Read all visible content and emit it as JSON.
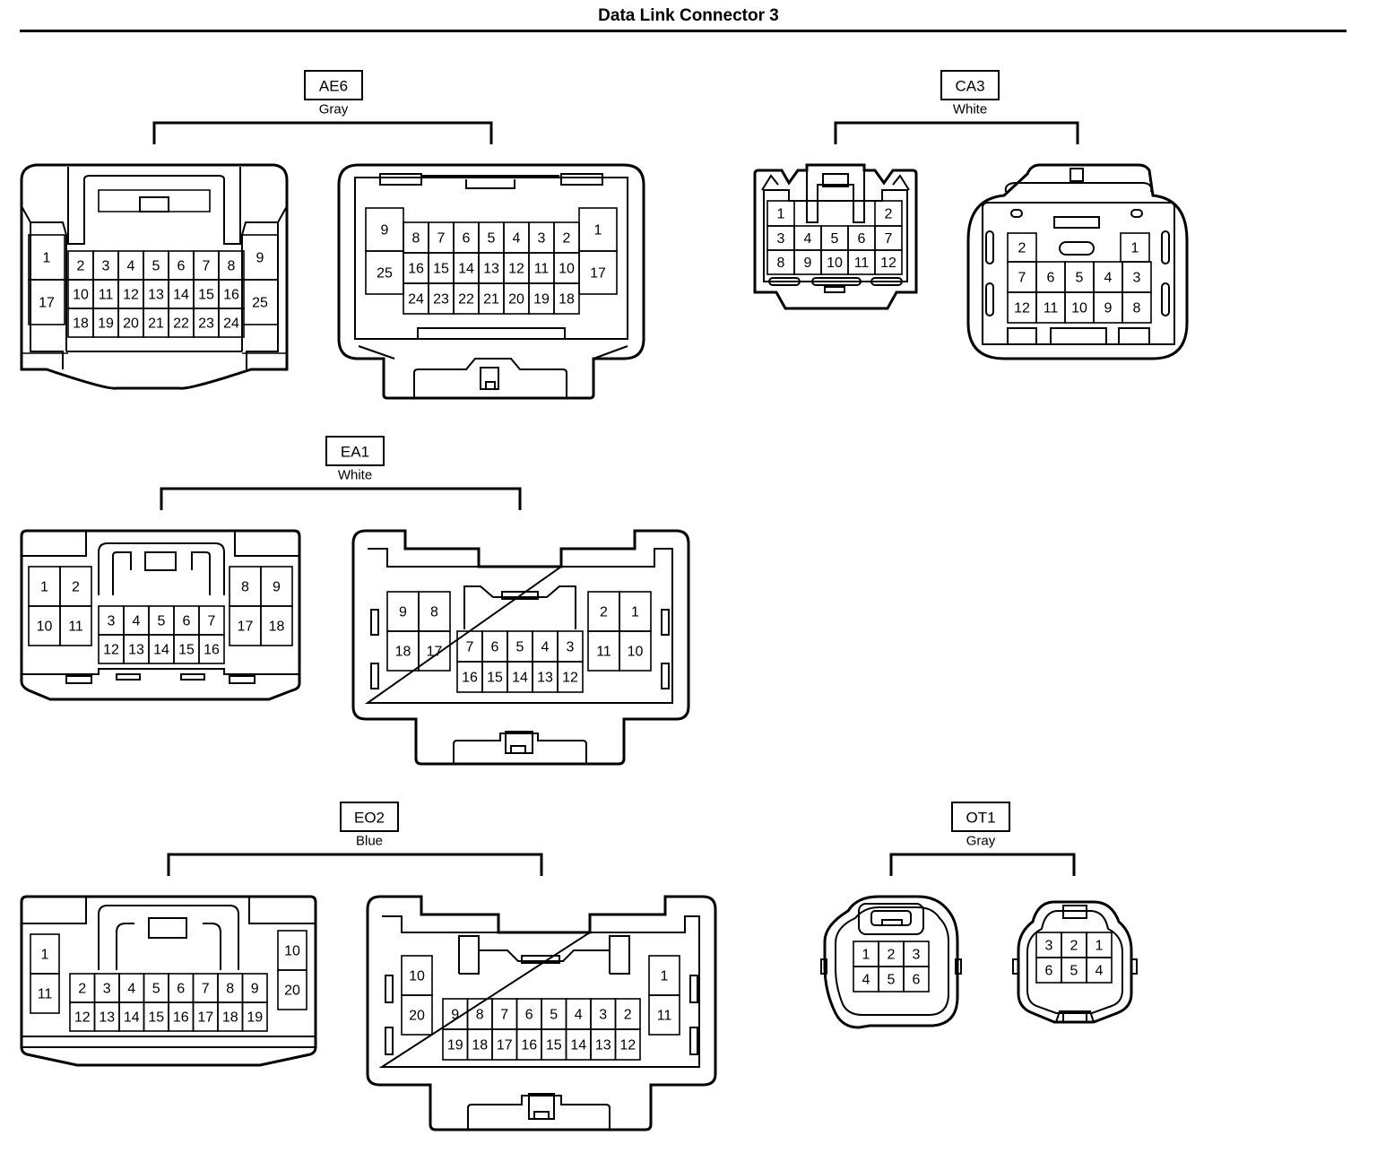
{
  "title": "Data Link Connector 3",
  "connectors": [
    {
      "id": "AE6",
      "color": "Gray",
      "female_pins": [
        [
          "1",
          "17"
        ],
        [
          "2",
          "3",
          "4",
          "5",
          "6",
          "7",
          "8"
        ],
        [
          "10",
          "11",
          "12",
          "13",
          "14",
          "15",
          "16"
        ],
        [
          "18",
          "19",
          "20",
          "21",
          "22",
          "23",
          "24"
        ],
        [
          "9",
          "25"
        ]
      ],
      "male_pins": [
        [
          "9",
          "25"
        ],
        [
          "8",
          "7",
          "6",
          "5",
          "4",
          "3",
          "2"
        ],
        [
          "16",
          "15",
          "14",
          "13",
          "12",
          "11",
          "10"
        ],
        [
          "24",
          "23",
          "22",
          "21",
          "20",
          "19",
          "18"
        ],
        [
          "1",
          "17"
        ]
      ]
    },
    {
      "id": "CA3",
      "color": "White",
      "female_pins": [
        [
          "1",
          "2"
        ],
        [
          "3",
          "4",
          "5",
          "6",
          "7"
        ],
        [
          "8",
          "9",
          "10",
          "11",
          "12"
        ]
      ],
      "male_pins": [
        [
          "2",
          "1"
        ],
        [
          "7",
          "6",
          "5",
          "4",
          "3"
        ],
        [
          "12",
          "11",
          "10",
          "9",
          "8"
        ]
      ]
    },
    {
      "id": "EA1",
      "color": "White",
      "female_pins": [
        [
          "1",
          "2",
          "10",
          "11"
        ],
        [
          "3",
          "4",
          "5",
          "6",
          "7"
        ],
        [
          "12",
          "13",
          "14",
          "15",
          "16"
        ],
        [
          "8",
          "9",
          "17",
          "18"
        ]
      ],
      "male_pins": [
        [
          "9",
          "8",
          "18",
          "17"
        ],
        [
          "7",
          "6",
          "5",
          "4",
          "3"
        ],
        [
          "16",
          "15",
          "14",
          "13",
          "12"
        ],
        [
          "2",
          "1",
          "11",
          "10"
        ]
      ]
    },
    {
      "id": "EO2",
      "color": "Blue",
      "female_pins": [
        [
          "1",
          "11"
        ],
        [
          "2",
          "3",
          "4",
          "5",
          "6",
          "7",
          "8",
          "9"
        ],
        [
          "12",
          "13",
          "14",
          "15",
          "16",
          "17",
          "18",
          "19"
        ],
        [
          "10",
          "20"
        ]
      ],
      "male_pins": [
        [
          "10",
          "20"
        ],
        [
          "9",
          "8",
          "7",
          "6",
          "5",
          "4",
          "3",
          "2"
        ],
        [
          "19",
          "18",
          "17",
          "16",
          "15",
          "14",
          "13",
          "12"
        ],
        [
          "1",
          "11"
        ]
      ]
    },
    {
      "id": "OT1",
      "color": "Gray",
      "female_pins": [
        [
          "1",
          "2",
          "3"
        ],
        [
          "4",
          "5",
          "6"
        ]
      ],
      "male_pins": [
        [
          "3",
          "2",
          "1"
        ],
        [
          "6",
          "5",
          "4"
        ]
      ]
    }
  ]
}
